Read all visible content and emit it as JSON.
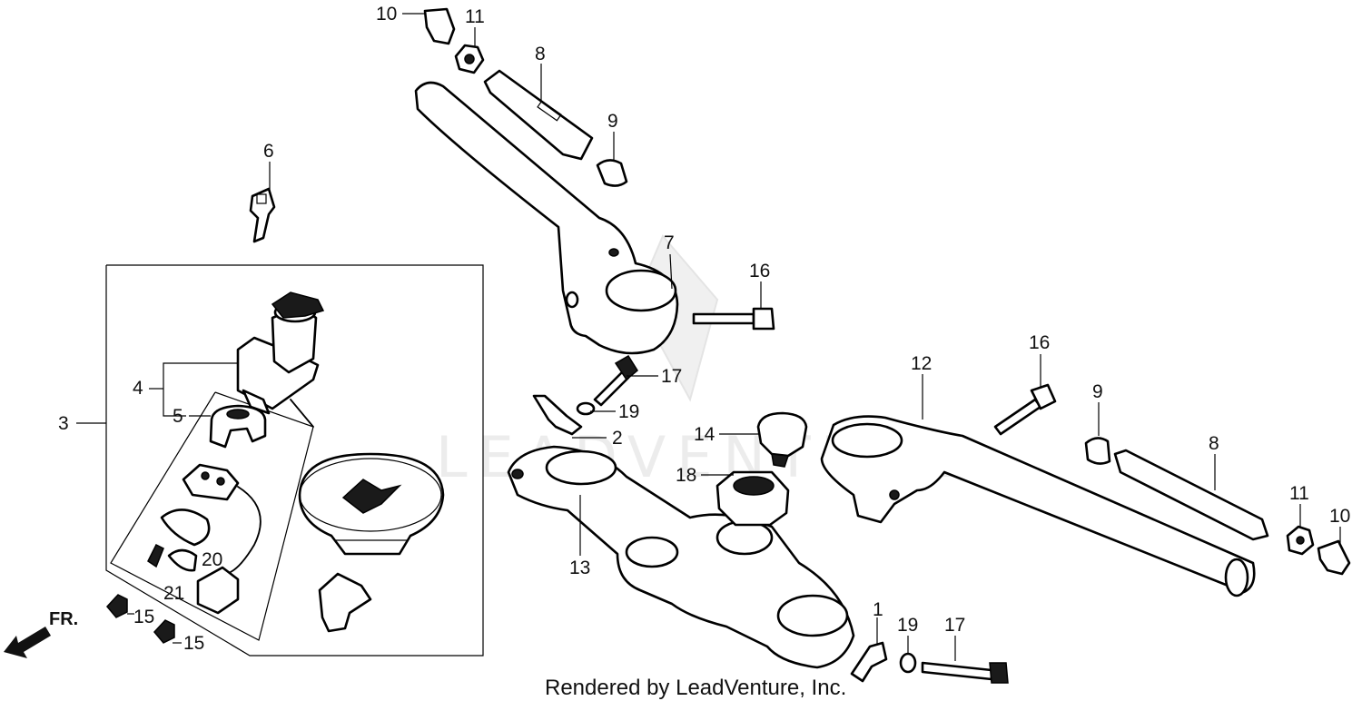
{
  "diagram": {
    "callouts": [
      {
        "id": "c10a",
        "text": "10"
      },
      {
        "id": "c11a",
        "text": "11"
      },
      {
        "id": "c8a",
        "text": "8"
      },
      {
        "id": "c9a",
        "text": "9"
      },
      {
        "id": "c6",
        "text": "6"
      },
      {
        "id": "c7",
        "text": "7"
      },
      {
        "id": "c16a",
        "text": "16"
      },
      {
        "id": "c4",
        "text": "4"
      },
      {
        "id": "c5",
        "text": "5"
      },
      {
        "id": "c3",
        "text": "3"
      },
      {
        "id": "c17a",
        "text": "17"
      },
      {
        "id": "c19a",
        "text": "19"
      },
      {
        "id": "c2",
        "text": "2"
      },
      {
        "id": "c14",
        "text": "14"
      },
      {
        "id": "c18",
        "text": "18"
      },
      {
        "id": "c12",
        "text": "12"
      },
      {
        "id": "c16b",
        "text": "16"
      },
      {
        "id": "c9b",
        "text": "9"
      },
      {
        "id": "c8b",
        "text": "8"
      },
      {
        "id": "c11b",
        "text": "11"
      },
      {
        "id": "c10b",
        "text": "10"
      },
      {
        "id": "c13",
        "text": "13"
      },
      {
        "id": "c20",
        "text": "20"
      },
      {
        "id": "c21",
        "text": "21"
      },
      {
        "id": "c15a",
        "text": "15"
      },
      {
        "id": "c15b",
        "text": "15"
      },
      {
        "id": "c1",
        "text": "1"
      },
      {
        "id": "c19b",
        "text": "19"
      },
      {
        "id": "c17b",
        "text": "17"
      }
    ],
    "front_arrow_label": "FR.",
    "watermark": "LEADVENTURE",
    "credit": "Rendered by LeadVenture, Inc."
  }
}
